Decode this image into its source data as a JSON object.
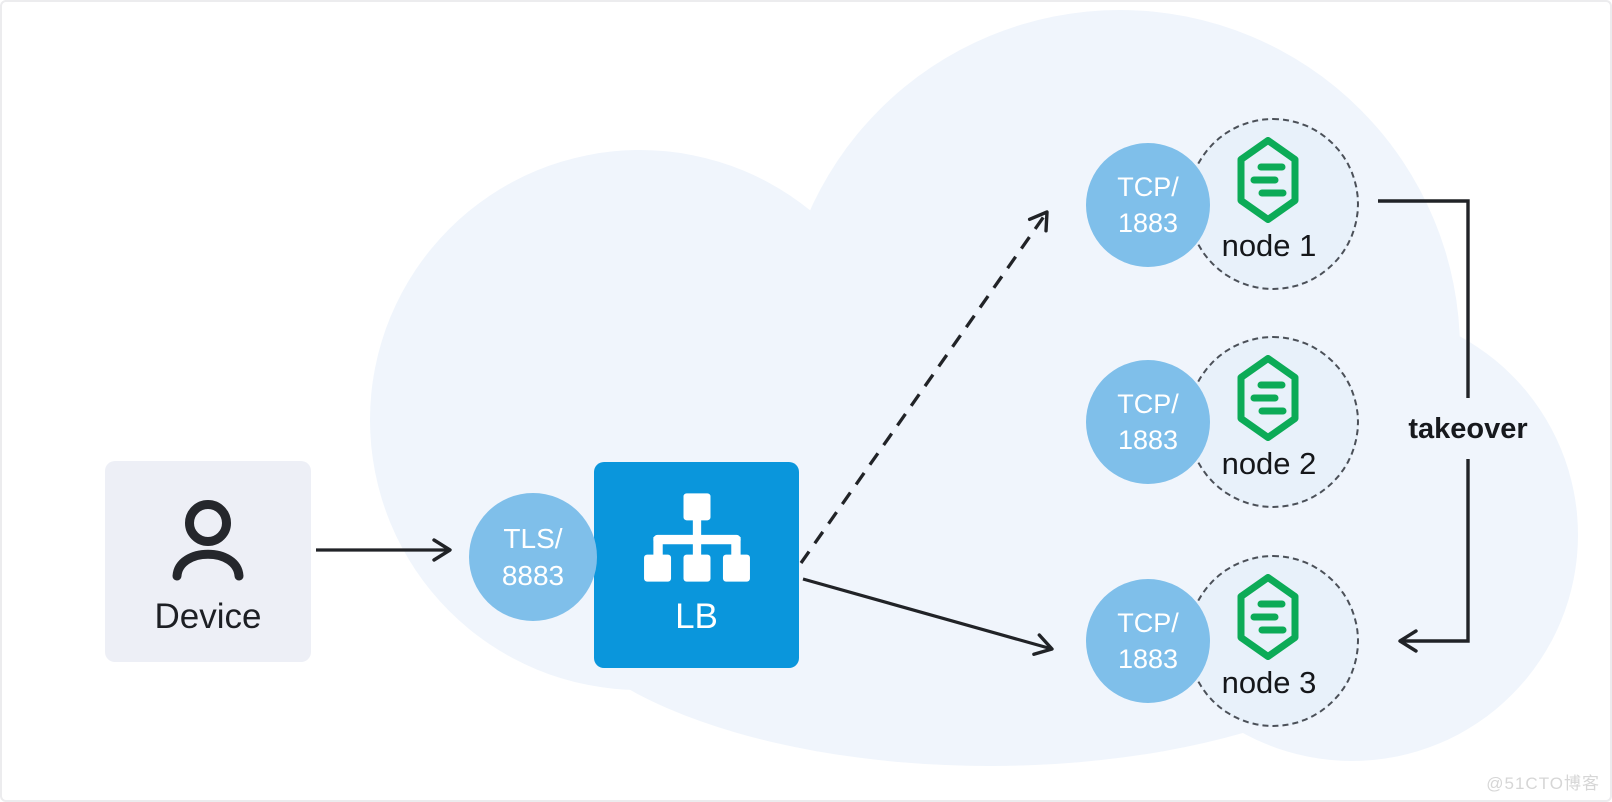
{
  "diagram": {
    "device": {
      "label": "Device"
    },
    "ingress_port": {
      "protocol": "TLS/",
      "number": "8883"
    },
    "load_balancer": {
      "label": "LB"
    },
    "nodes": [
      {
        "label": "node 1",
        "port_protocol": "TCP/",
        "port_number": "1883"
      },
      {
        "label": "node 2",
        "port_protocol": "TCP/",
        "port_number": "1883"
      },
      {
        "label": "node 3",
        "port_protocol": "TCP/",
        "port_number": "1883"
      }
    ],
    "takeover_label": "takeover"
  },
  "watermark": "@51CTO博客",
  "colors": {
    "lb_blue": "#0a96dc",
    "port_blue": "#7fbfea",
    "node_fill": "#e8f1fa",
    "cloud": "#f0f5fc",
    "green": "#0cab57",
    "ink": "#212327",
    "device_fill": "#edeff6"
  }
}
